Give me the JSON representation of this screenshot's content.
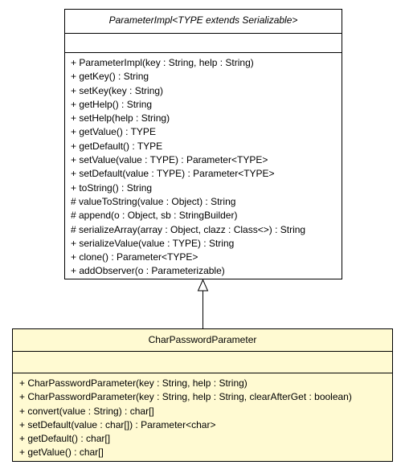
{
  "parent_class": {
    "name": "ParameterImpl<TYPE extends Serializable>",
    "operations": [
      "+ ParameterImpl(key : String, help : String)",
      "+ getKey() : String",
      "+ setKey(key : String)",
      "+ getHelp() : String",
      "+ setHelp(help : String)",
      "+ getValue() : TYPE",
      "+ getDefault() : TYPE",
      "+ setValue(value : TYPE) : Parameter<TYPE>",
      "+ setDefault(value : TYPE) : Parameter<TYPE>",
      "+ toString() : String",
      "# valueToString(value : Object) : String",
      "# append(o : Object, sb : StringBuilder)",
      "# serializeArray(array : Object, clazz : Class<>) : String",
      "+ serializeValue(value : TYPE) : String",
      "+ clone() : Parameter<TYPE>",
      "+ addObserver(o : Parameterizable)"
    ]
  },
  "child_class": {
    "name": "CharPasswordParameter",
    "operations": [
      "+ CharPasswordParameter(key : String, help : String)",
      "+ CharPasswordParameter(key : String, help : String, clearAfterGet : boolean)",
      "+ convert(value : String) : char[]",
      "+ setDefault(value : char[]) : Parameter<char>",
      "+ getDefault() : char[]",
      "+ getValue() : char[]"
    ]
  },
  "colors": {
    "parent_fill": "#ffffff",
    "child_fill": "#fffad2",
    "line": "#000000"
  }
}
